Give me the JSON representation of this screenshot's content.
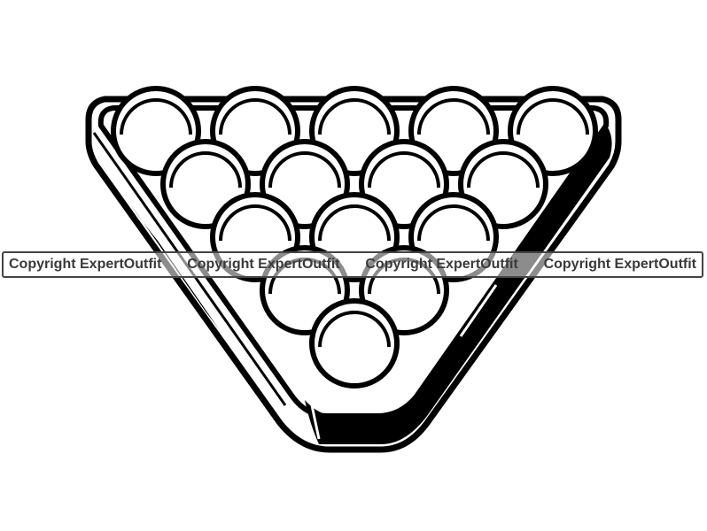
{
  "image": {
    "subject": "pool-ball-rack",
    "stroke_color": "#000000",
    "fill_color": "#ffffff",
    "ball_rows": [
      5,
      4,
      3,
      2,
      1
    ]
  },
  "watermark": {
    "texts": [
      "Copyright ExpertOutfit",
      "Copyright ExpertOutfit",
      "Copyright ExpertOutfit",
      "Copyright ExpertOutfit"
    ],
    "color": "#3a3a3a"
  }
}
